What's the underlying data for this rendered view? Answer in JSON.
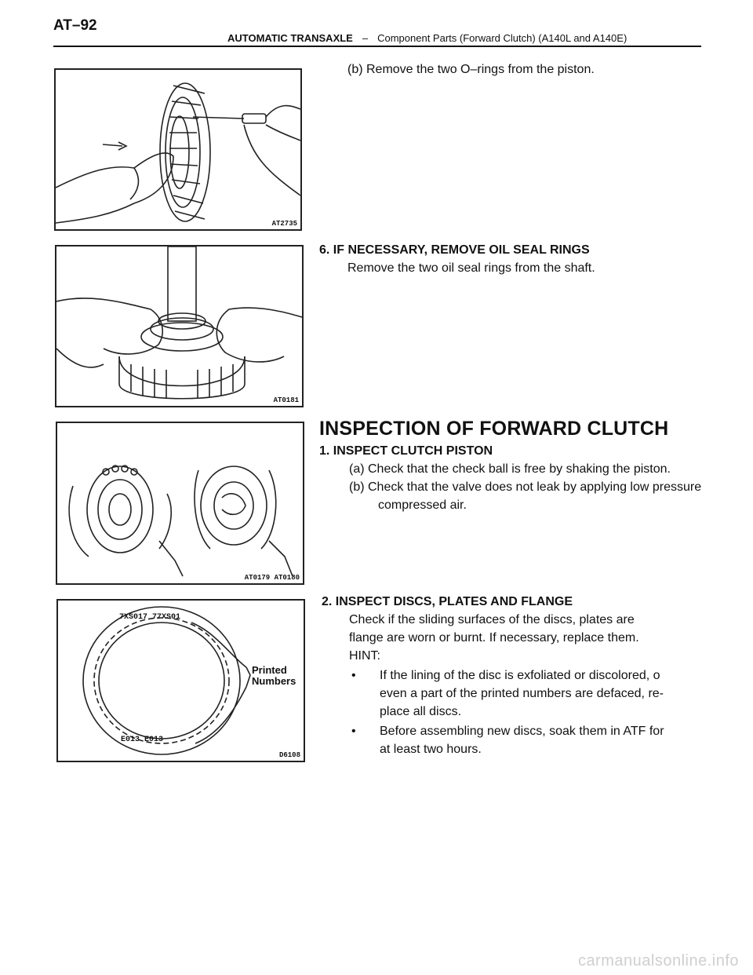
{
  "header": {
    "page_number": "AT–92",
    "section": "AUTOMATIC TRANSAXLE",
    "separator": "–",
    "subtitle": "Component Parts (Forward Clutch) (A140L and A140E)"
  },
  "figures": {
    "fig1": {
      "code": "AT2735",
      "icon": "piston-oring-removal-illustration"
    },
    "fig2": {
      "code": "AT0181",
      "icon": "oil-seal-ring-removal-illustration"
    },
    "fig3": {
      "code": "AT0179 AT0180",
      "icon": "clutch-piston-inspection-illustration"
    },
    "fig4": {
      "code": "D6108",
      "icon": "clutch-disc-illustration",
      "label_line1": "Printed",
      "label_line2": "Numbers",
      "disc_top_text": "7XS017 77XS01",
      "disc_bottom_text": "E013 E013"
    }
  },
  "text": {
    "step_b_oring": "(b) Remove the two O–rings from the piston.",
    "step6_heading": "6. IF NECESSARY, REMOVE OIL SEAL RINGS",
    "step6_body": "Remove the two oil seal rings from the shaft.",
    "inspection_title": "INSPECTION OF FORWARD CLUTCH",
    "insp1_heading": "1. INSPECT CLUTCH PISTON",
    "insp1_a": "(a) Check that the check ball is free by shaking the piston.",
    "insp1_b_line1": "(b) Check that the valve does not leak by applying low pressure",
    "insp1_b_line2": "compressed air.",
    "insp2_heading": "2. INSPECT DISCS, PLATES AND FLANGE",
    "insp2_body_line1": "Check if the sliding surfaces of the discs, plates are",
    "insp2_body_line2": "flange are worn or burnt. If necessary, replace them.",
    "hint": "HINT:",
    "bullet1_line1": "If the lining of the disc is exfoliated or discolored, o",
    "bullet1_line2": "even a part of the printed numbers are defaced, re-",
    "bullet1_line3": "place all discs.",
    "bullet2_line1": "Before assembling new discs, soak them in ATF for",
    "bullet2_line2": "at least two hours."
  },
  "footer": {
    "watermark": "carmanualsonline.info"
  }
}
